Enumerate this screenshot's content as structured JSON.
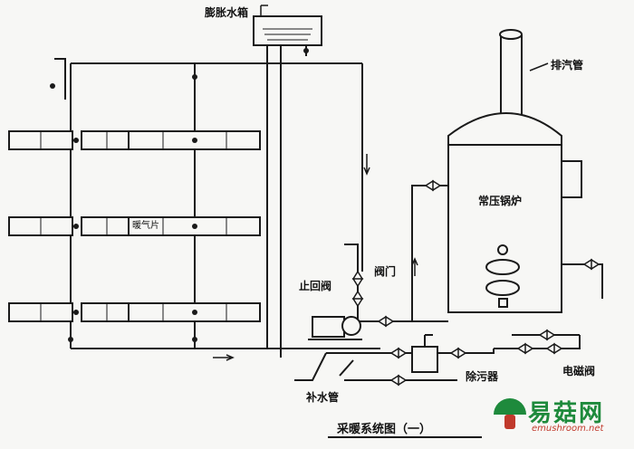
{
  "labels": {
    "expansion_tank": "膨胀水箱",
    "exhaust_pipe": "排汽管",
    "boiler": "常压锅炉",
    "radiator": "暖气片",
    "valve": "阀门",
    "check_valve": "止回阀",
    "desilter": "除污器",
    "make_up_pipe": "补水管",
    "solenoid_valve": "电磁阀"
  },
  "caption": "采暖系统图（一）",
  "watermark": {
    "name": "易菇网",
    "url": "emushroom.net"
  },
  "colors": {
    "line": "#1a1a1a",
    "background": "#f7f7f5",
    "logo_green": "#1e8a3c",
    "logo_red": "#c0392b"
  }
}
